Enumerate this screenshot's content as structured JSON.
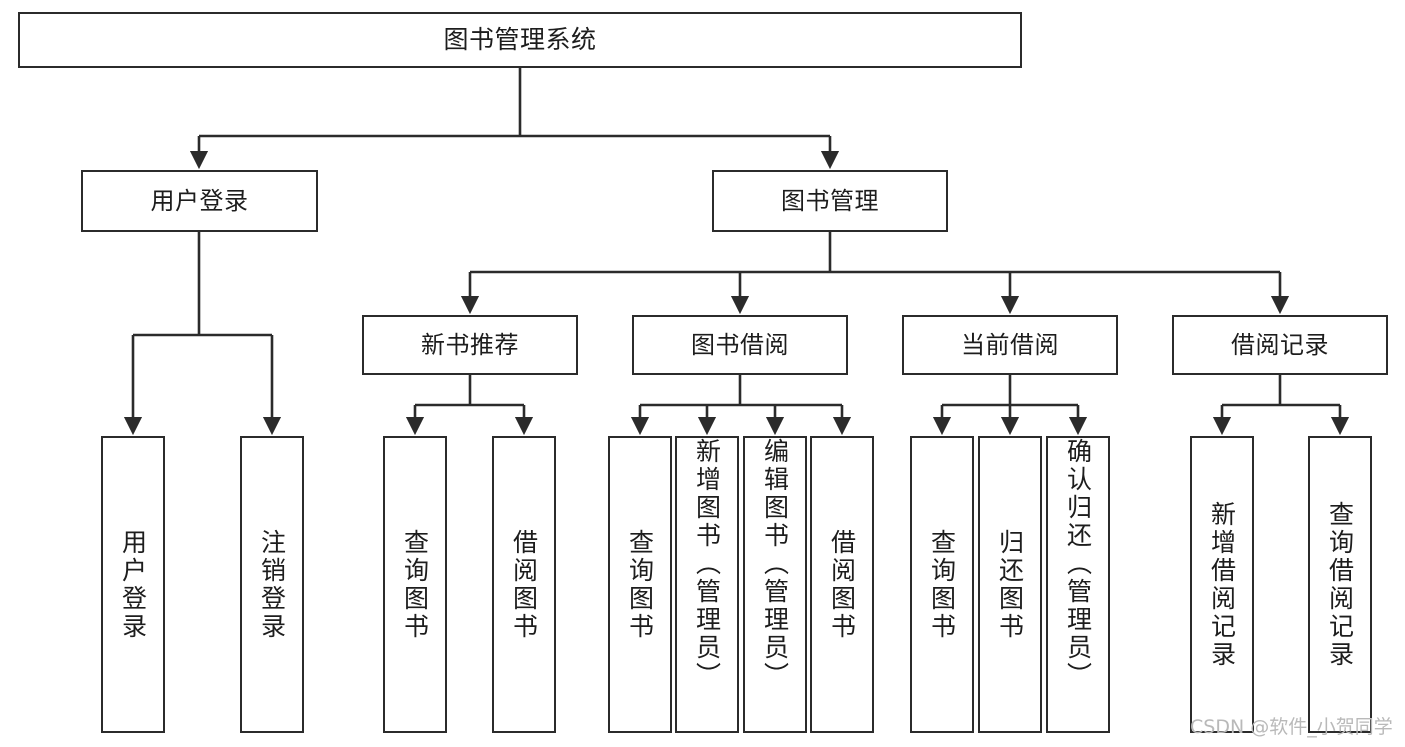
{
  "diagram": {
    "title": "图书管理系统",
    "type": "tree-hierarchy-chart",
    "root": {
      "label": "图书管理系统"
    },
    "level2": [
      {
        "label": "用户登录"
      },
      {
        "label": "图书管理"
      }
    ],
    "level3": [
      {
        "label": "新书推荐"
      },
      {
        "label": "图书借阅"
      },
      {
        "label": "当前借阅"
      },
      {
        "label": "借阅记录"
      }
    ],
    "leaves": {
      "user_login": [
        {
          "label": "用户登录"
        },
        {
          "label": "注销登录"
        }
      ],
      "new_book_recommend": [
        {
          "label": "查询图书"
        },
        {
          "label": "借阅图书"
        }
      ],
      "book_borrow": [
        {
          "label": "查询图书"
        },
        {
          "label": "新增图书（管理员）"
        },
        {
          "label": "编辑图书（管理员）"
        },
        {
          "label": "借阅图书"
        }
      ],
      "current_borrow": [
        {
          "label": "查询图书"
        },
        {
          "label": "归还图书"
        },
        {
          "label": "确认归还（管理员）"
        }
      ],
      "borrow_records": [
        {
          "label": "新增借阅记录"
        },
        {
          "label": "查询借阅记录"
        }
      ]
    }
  },
  "watermark": {
    "text": "CSDN @软件_小贺同学"
  },
  "colors": {
    "stroke": "#2b2b2b",
    "fill": "#ffffff",
    "text": "#1d1d1d",
    "watermark": "#b9b9b9"
  }
}
